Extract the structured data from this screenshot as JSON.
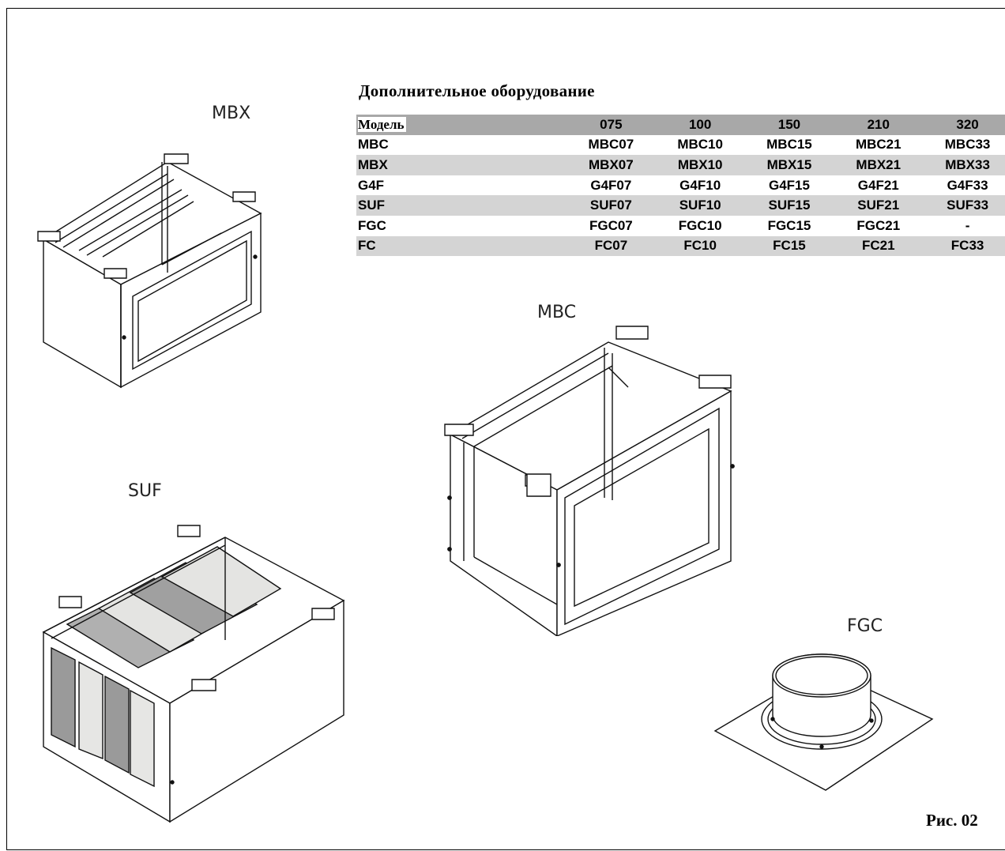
{
  "title": "Дополнительное оборудование",
  "table": {
    "header_label": "Модель",
    "columns": [
      "075",
      "100",
      "150",
      "210",
      "320"
    ],
    "rows": [
      {
        "name": "MBC",
        "cells": [
          "MBC07",
          "MBC10",
          "MBC15",
          "MBC21",
          "MBC33"
        ]
      },
      {
        "name": "MBX",
        "cells": [
          "MBX07",
          "MBX10",
          "MBX15",
          "MBX21",
          "MBX33"
        ]
      },
      {
        "name": "G4F",
        "cells": [
          "G4F07",
          "G4F10",
          "G4F15",
          "G4F21",
          "G4F33"
        ]
      },
      {
        "name": "SUF",
        "cells": [
          "SUF07",
          "SUF10",
          "SUF15",
          "SUF21",
          "SUF33"
        ]
      },
      {
        "name": "FGC",
        "cells": [
          "FGC07",
          "FGC10",
          "FGC15",
          "FGC21",
          "-"
        ]
      },
      {
        "name": "FC",
        "cells": [
          "FC07",
          "FC10",
          "FC15",
          "FC21",
          "FC33"
        ]
      }
    ]
  },
  "figures": {
    "mbx_label": "MBX",
    "mbc_label": "MBC",
    "suf_label": "SUF",
    "fgc_label": "FGC"
  },
  "caption": "Рис. 02"
}
